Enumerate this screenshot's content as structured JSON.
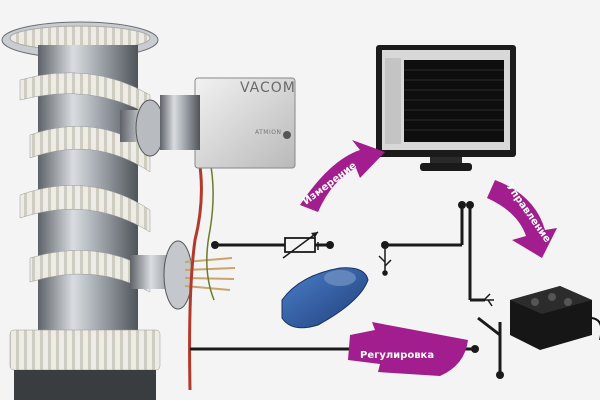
{
  "device": {
    "brand": "VACOM",
    "model": "ATMION"
  },
  "arrows": [
    {
      "id": "measure",
      "label": "Измерение"
    },
    {
      "id": "control",
      "label": "Управление"
    },
    {
      "id": "regulate",
      "label": "Регулировка"
    }
  ],
  "colors": {
    "arrow": "#a21d8e",
    "wire": "#1a1a1a",
    "steel": "#9aa0a6",
    "insulation": "#e8e6df",
    "box": "#cfcfcf",
    "usb_stick": "#2f5fa8"
  },
  "icons": [
    "variable-resistor-icon",
    "usb-icon",
    "switch-icon"
  ]
}
